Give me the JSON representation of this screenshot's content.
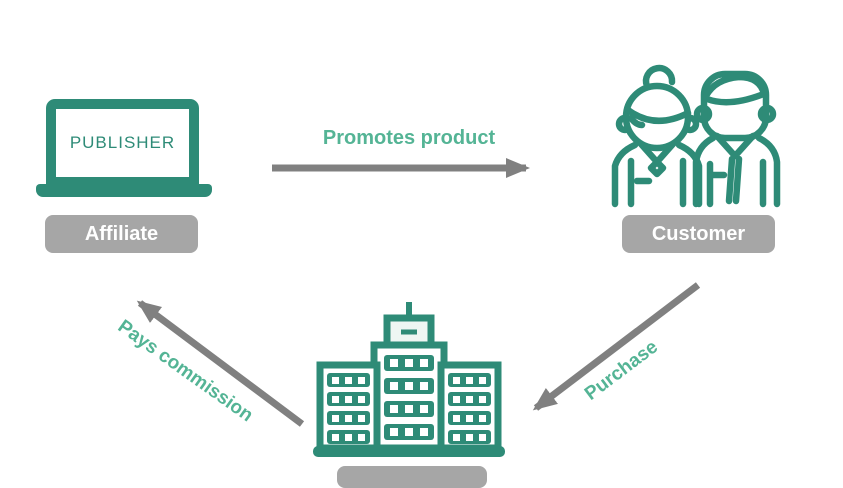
{
  "diagram": {
    "title": "",
    "nodes": {
      "affiliate": {
        "icon": "laptop-icon",
        "screen_text": "PUBLISHER",
        "label": "Affiliate"
      },
      "customer": {
        "icon": "two-customers-icon",
        "label": "Customer"
      },
      "merchant": {
        "icon": "company-building-icon",
        "label": ""
      }
    },
    "flows": {
      "promotes": {
        "from": "affiliate",
        "to": "customer",
        "label": "Promotes product"
      },
      "purchase": {
        "from": "customer",
        "to": "merchant",
        "label": "Purchase"
      },
      "commission": {
        "from": "merchant",
        "to": "affiliate",
        "label": "Pays commission"
      }
    }
  },
  "colors": {
    "icon_teal": "#2E8B77",
    "flow_label_teal": "#54B495",
    "arrow_gray": "#808080",
    "badge_gray": "#A6A6A6",
    "badge_text": "#FFFFFF"
  }
}
